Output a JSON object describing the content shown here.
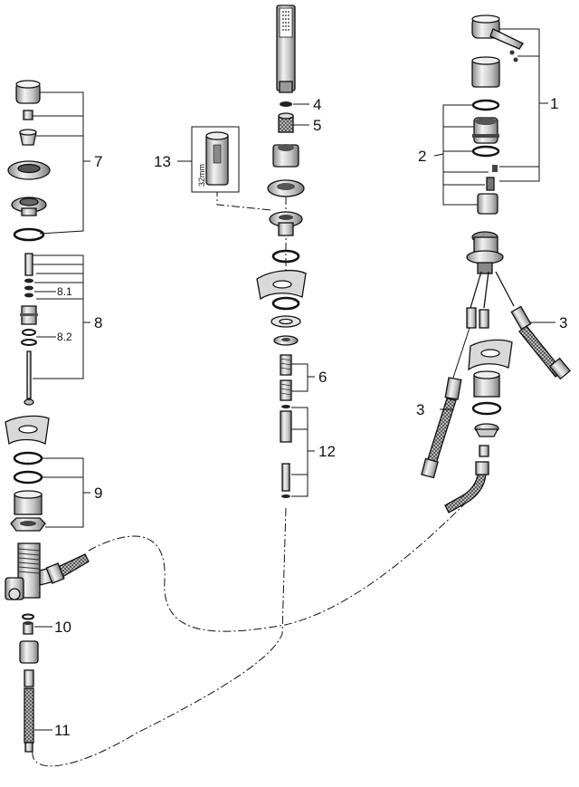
{
  "callouts": {
    "c1": "1",
    "c2": "2",
    "c3a": "3",
    "c3b": "3",
    "c4": "4",
    "c5": "5",
    "c6": "6",
    "c7": "7",
    "c8": "8",
    "c8_1": "8.1",
    "c8_2": "8.2",
    "c9": "9",
    "c10": "10",
    "c11": "11",
    "c12": "12",
    "c13": "13"
  },
  "tool_size_label": "32mm",
  "colors": {
    "line": "#111111",
    "part_light": "#ececec",
    "part_mid": "#b8b8b8",
    "part_dark": "#6e6e6e"
  }
}
